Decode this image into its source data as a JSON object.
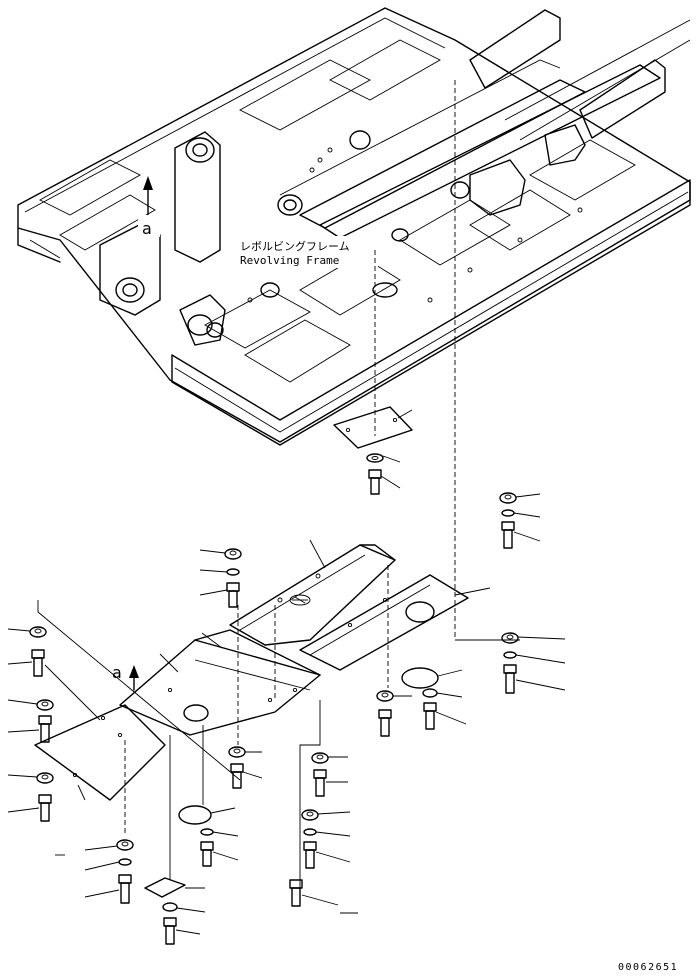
{
  "labels": {
    "frame_jp": "レボルビングフレーム",
    "frame_en": "Revolving Frame",
    "view_mark_upper": "a",
    "view_mark_lower": "a",
    "part_id": "00062651"
  }
}
